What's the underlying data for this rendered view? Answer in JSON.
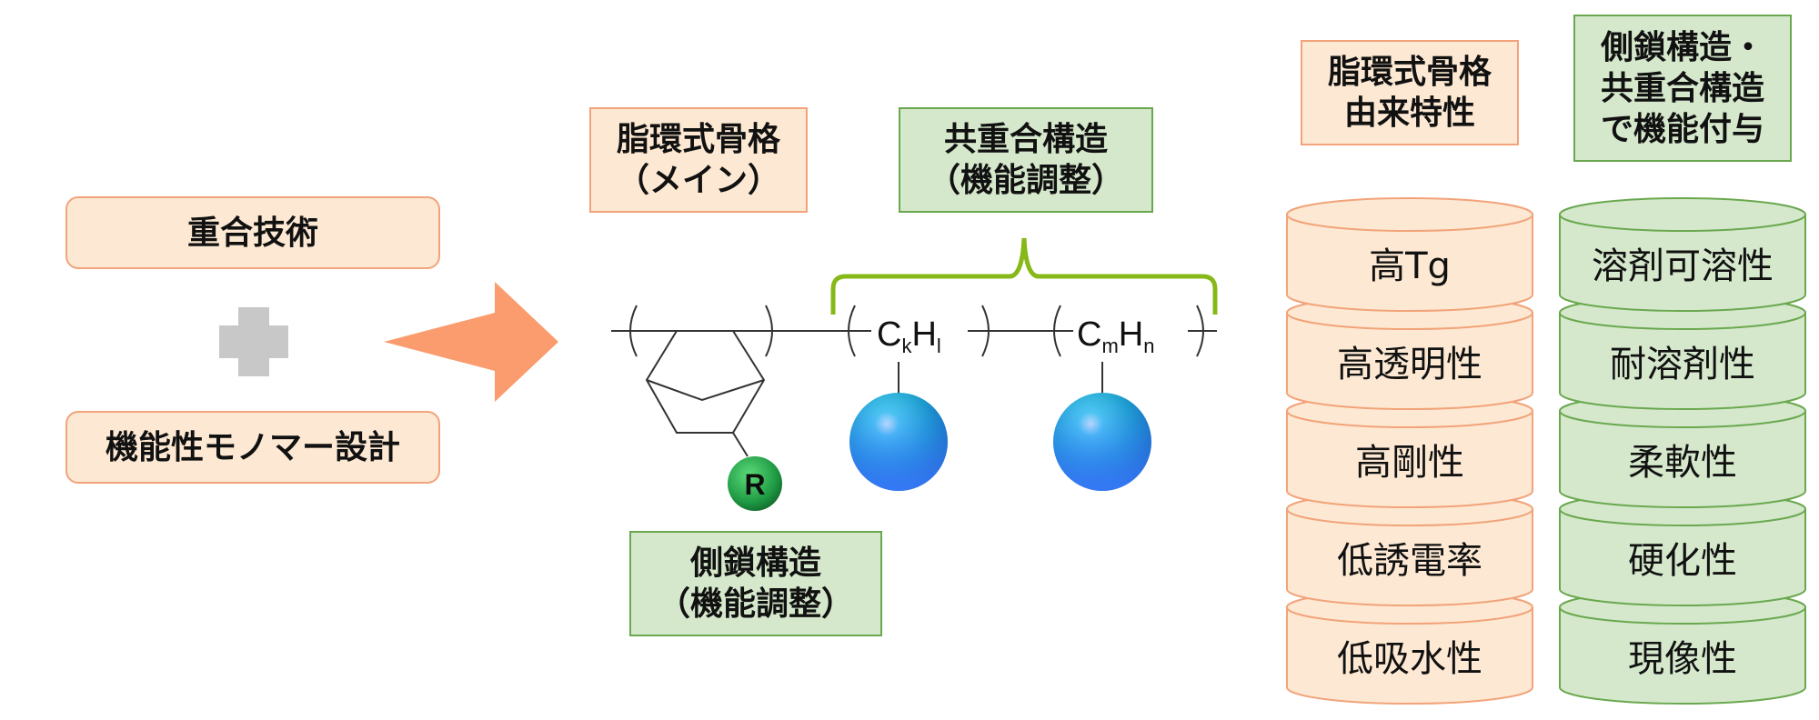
{
  "colors": {
    "orange_fill": "#fde9d3",
    "orange_stroke": "#f2a37a",
    "green_fill": "#d5e8cc",
    "green_stroke": "#6aa84f",
    "arrow": "#fa9c6e",
    "plus": "#c8c8c8",
    "bracket": "#86b818",
    "r_ball": "#1f9a44"
  },
  "left": {
    "top_label": "重合技術",
    "plus_icon": "plus-icon",
    "bottom_label": "機能性モノマー設計"
  },
  "structure": {
    "main_label_line1": "脂環式骨格",
    "main_label_line2": "（メイン）",
    "copoly_label_line1": "共重合構造",
    "copoly_label_line2": "（機能調整）",
    "side_label_line1": "側鎖構造",
    "side_label_line2": "（機能調整）",
    "r_label": "R",
    "unit1_C": "C",
    "unit1_sub_k": "k",
    "unit1_H": "H",
    "unit1_sub_l": "l",
    "unit2_C": "C",
    "unit2_sub_m": "m",
    "unit2_H": "H",
    "unit2_sub_n": "n"
  },
  "right": {
    "orange_header_line1": "脂環式骨格",
    "orange_header_line2": "由来特性",
    "green_header_line1": "側鎖構造・",
    "green_header_line2": "共重合構造",
    "green_header_line3": "で機能付与",
    "orange_props": [
      "高Tg",
      "高透明性",
      "高剛性",
      "低誘電率",
      "低吸水性"
    ],
    "green_props": [
      "溶剤可溶性",
      "耐溶剤性",
      "柔軟性",
      "硬化性",
      "現像性"
    ]
  }
}
